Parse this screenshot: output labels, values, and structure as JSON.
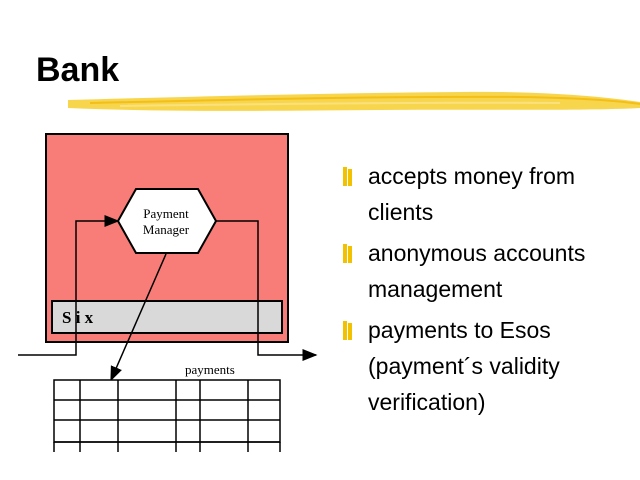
{
  "slide": {
    "title": "Bank"
  },
  "diagram": {
    "payment_manager_line1": "Payment",
    "payment_manager_line2": "Manager",
    "six_label": "S i x",
    "payments_label": "payments"
  },
  "bullets": [
    {
      "text": "accepts money from clients"
    },
    {
      "text": "anonymous accounts management"
    },
    {
      "text": "payments to Esos (payment´s validity verification)"
    }
  ],
  "colors": {
    "bank_box_fill": "#f87d78",
    "six_bar_fill": "#d9d9d9",
    "accent_yellow": "#f2c200"
  }
}
